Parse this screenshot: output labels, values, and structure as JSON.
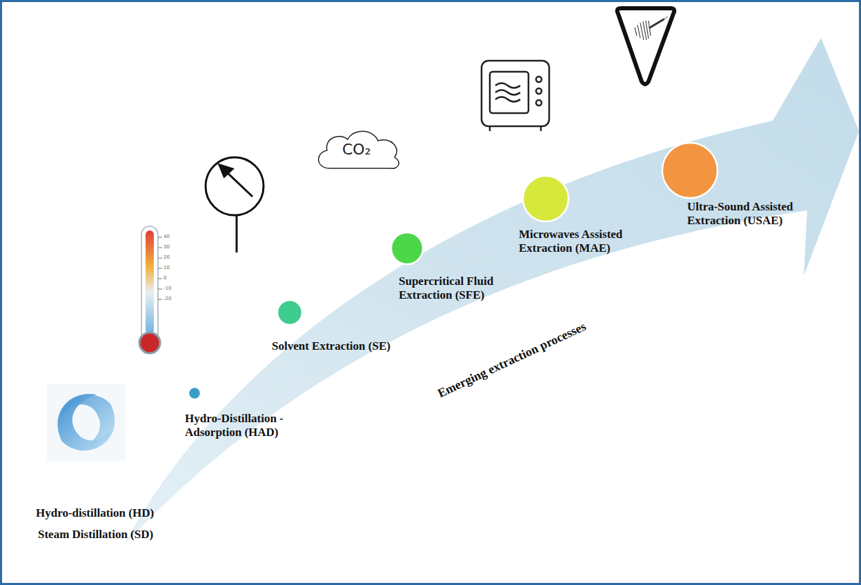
{
  "diagram": {
    "nodes": [
      {
        "text": [
          "Hydro-Distillation - Adsorption (HAD)"
        ]
      },
      {
        "text": [
          "Solvent Extraction (SE)"
        ]
      },
      {
        "text": [
          "Supercritical Fluid Extraction (SFE)"
        ]
      },
      {
        "text": [
          "Microwaves Assisted Extraction (MAE)"
        ]
      },
      {
        "text": [
          "Ultra-Sound Assisted Extraction (USAE)"
        ]
      }
    ],
    "labels": [
      "Hydro-distillation (HD)",
      "Steam Distillation (SD)",
      "Emerging extraction processes",
      "CO₂",
      "40",
      "30",
      "20",
      "10",
      "0",
      "-10",
      "-20"
    ]
  }
}
